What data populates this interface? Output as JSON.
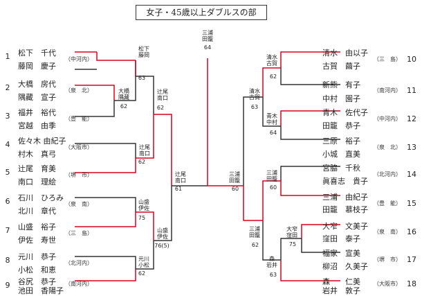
{
  "title": "女子・45歳以上ダブルスの部",
  "left_entries": [
    {
      "num": "1",
      "p1": "松下　千代",
      "p2": "藤岡　慶子",
      "region": "（中河内）"
    },
    {
      "num": "2",
      "p1": "大橋　房代",
      "p2": "隅藏　宣子",
      "region": "（泉　北）"
    },
    {
      "num": "3",
      "p1": "福井　裕代",
      "p2": "宮越　由季",
      "region": "（豊　能）"
    },
    {
      "num": "4",
      "p1": "佐々木 由紀子",
      "p2": "村木　真弓",
      "region": "（大阪市）"
    },
    {
      "num": "5",
      "p1": "辻尾　育美",
      "p2": "南口　理絵",
      "region": "（堺　市）"
    },
    {
      "num": "6",
      "p1": "石川　ひろみ",
      "p2": "北川　章代",
      "region": "（泉　南）"
    },
    {
      "num": "7",
      "p1": "山盛　裕子",
      "p2": "伊佐　寿世",
      "region": "（三　島）"
    },
    {
      "num": "8",
      "p1": "元川　恭子",
      "p2": "小松　和恵",
      "region": "（北河内）"
    },
    {
      "num": "9",
      "p1": "谷尻　恭子",
      "p2": "池田　香陽子",
      "region": "（南河内）"
    }
  ],
  "right_entries": [
    {
      "num": "10",
      "p1": "清水　由以子",
      "p2": "古賀　繭子",
      "region": "（三　島）"
    },
    {
      "num": "11",
      "p1": "新熊　有子",
      "p2": "中村　園子",
      "region": "（南河内）"
    },
    {
      "num": "12",
      "p1": "青木　佐代子",
      "p2": "田籠　恭子",
      "region": "（中河内）"
    },
    {
      "num": "13",
      "p1": "三原　裕子",
      "p2": "小城　直美",
      "region": "（泉　北）"
    },
    {
      "num": "14",
      "p1": "宮脇　千秋",
      "p2": "眞喜志　貴子",
      "region": "（北河内）"
    },
    {
      "num": "15",
      "p1": "三浦　由紀子",
      "p2": "田籠　慕枝子",
      "region": "（豊　能）"
    },
    {
      "num": "16",
      "p1": "大窄　文美子",
      "p2": "窪田　泰子",
      "region": "（泉　南）"
    },
    {
      "num": "17",
      "p1": "福家　宣美",
      "p2": "柳沼　久美子",
      "region": "（堺　市）"
    },
    {
      "num": "18",
      "p1": "森　　仁美",
      "p2": "岩井　敦子",
      "region": "（大阪市）"
    }
  ],
  "results": {
    "l_m1": {
      "label": "松下\n藤岡",
      "score": "63"
    },
    "l_m2": {
      "label": "大橋\n隅藏",
      "score": "62"
    },
    "l_m3": {
      "label": "辻尾\n南口",
      "score": "62"
    },
    "l_m4": {
      "label": "辻尾\n南口",
      "score": "62"
    },
    "l_m5": {
      "label": "山盛\n伊佐",
      "score": "75"
    },
    "l_m6": {
      "label": "元川\n小松",
      "score": "62"
    },
    "l_m7": {
      "label": "山盛\n伊佐",
      "score": "76(5)"
    },
    "l_semi": {
      "label": "辻尾\n南口",
      "score": "61"
    },
    "final": {
      "label": "三浦\n田籠",
      "score": "64"
    },
    "r_semi": {
      "label": "三浦\n田籠",
      "score": "60"
    },
    "r_m1": {
      "label": "清水\n古賀",
      "score": "62"
    },
    "r_m2": {
      "label": "清水\n古賀",
      "score": "63"
    },
    "r_m3": {
      "label": "青木\n中村",
      "score": "64"
    },
    "r_m4": {
      "label": "三浦\n田籠",
      "score": "60"
    },
    "r_m5": {
      "label": "三浦\n田籠",
      "score": "62"
    },
    "r_m6": {
      "label": "大窄\n窪田",
      "score": "75"
    },
    "r_m7": {
      "label": "森\n岩井",
      "score": "63"
    }
  },
  "colors": {
    "winner_line": "#d9001b",
    "line": "#333333"
  }
}
